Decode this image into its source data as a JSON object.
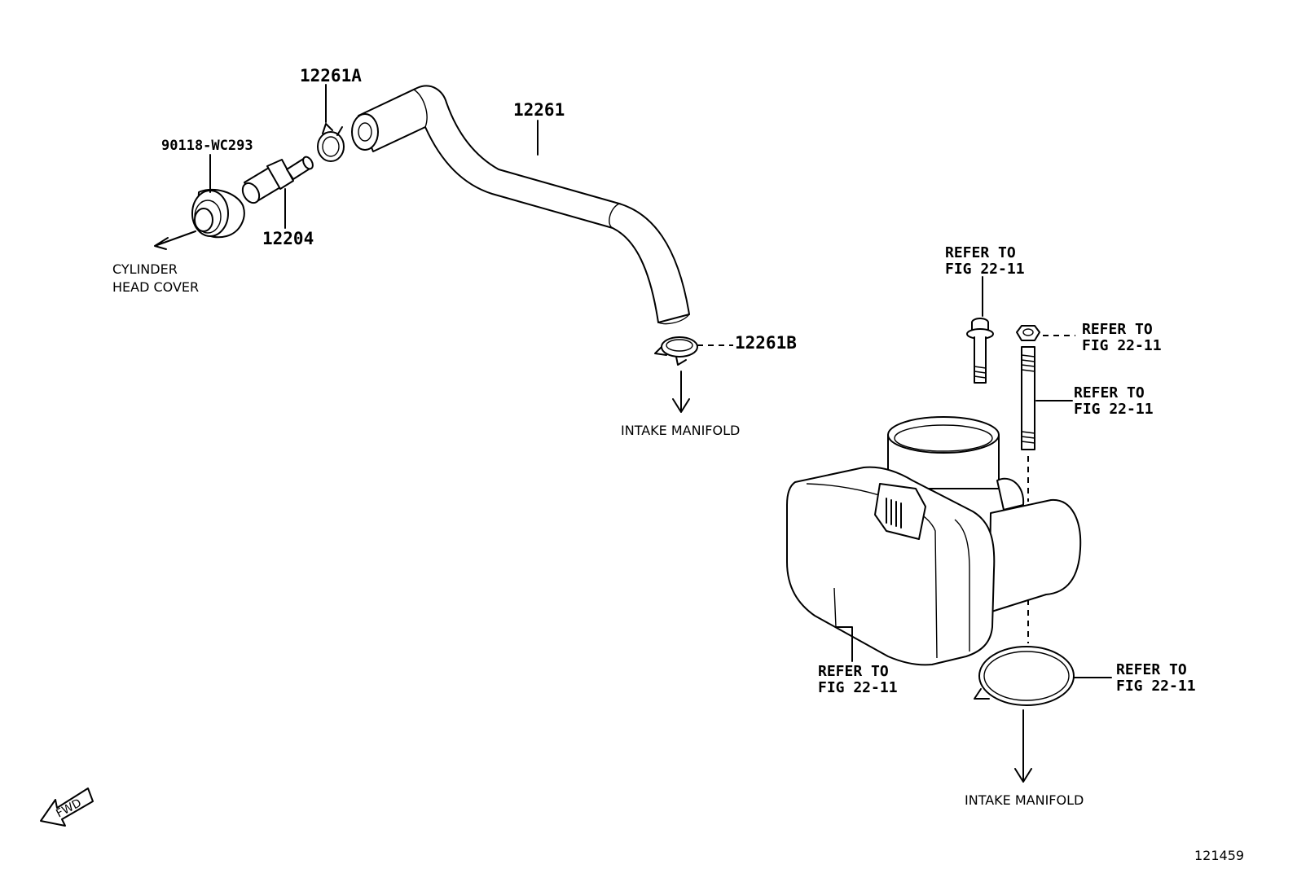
{
  "parts": {
    "p_12261A": "12261A",
    "p_90118": "90118-WC293",
    "p_12261": "12261",
    "p_12204": "12204",
    "p_12261B": "12261B"
  },
  "destinations": {
    "cylinder_l1": "CYLINDER",
    "cylinder_l2": "HEAD COVER",
    "intake_top": "INTAKE MANIFOLD",
    "intake_bottom": "INTAKE MANIFOLD"
  },
  "references": [
    {
      "l1": "REFER TO",
      "l2": "FIG 22-11"
    },
    {
      "l1": "REFER TO",
      "l2": "FIG 22-11"
    },
    {
      "l1": "REFER TO",
      "l2": "FIG 22-11"
    },
    {
      "l1": "REFER TO",
      "l2": "FIG 22-11"
    },
    {
      "l1": "REFER TO",
      "l2": "FIG 22-11"
    }
  ],
  "fwd_label": "FWD",
  "figure_number": "121459"
}
